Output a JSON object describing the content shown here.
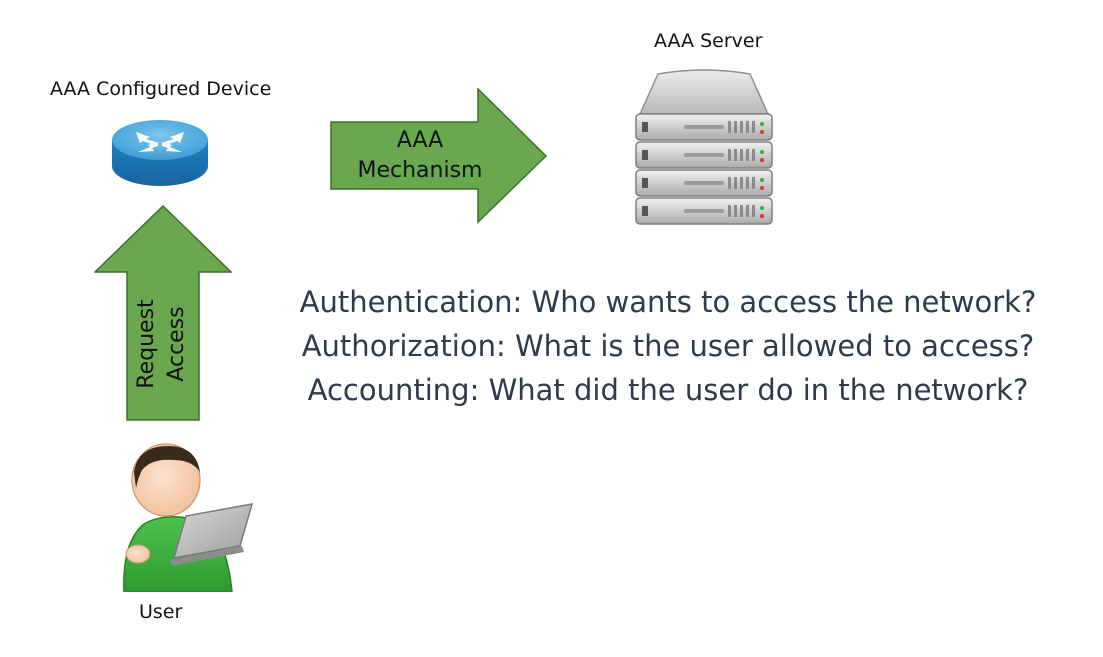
{
  "nodes": {
    "device": {
      "label": "AAA Configured Device",
      "icon": "router-icon"
    },
    "server": {
      "label": "AAA Server",
      "icon": "server-rack-icon"
    },
    "user": {
      "label": "User",
      "icon": "user-with-laptop-icon"
    }
  },
  "arrows": {
    "mechanism": {
      "line1": "AAA",
      "line2": "Mechanism",
      "color": "#6aa84f"
    },
    "request": {
      "line1": "Request",
      "line2": "Access",
      "color": "#6aa84f"
    }
  },
  "descriptions": [
    "Authentication: Who wants to access the network?",
    "Authorization: What is the user allowed to access?",
    "Accounting: What did the user do in the network?"
  ],
  "colors": {
    "arrow_fill": "#6aa84f",
    "arrow_stroke": "#3f6e2e",
    "text_main": "#2f3a4a",
    "router_blue": "#2f8fc9"
  }
}
